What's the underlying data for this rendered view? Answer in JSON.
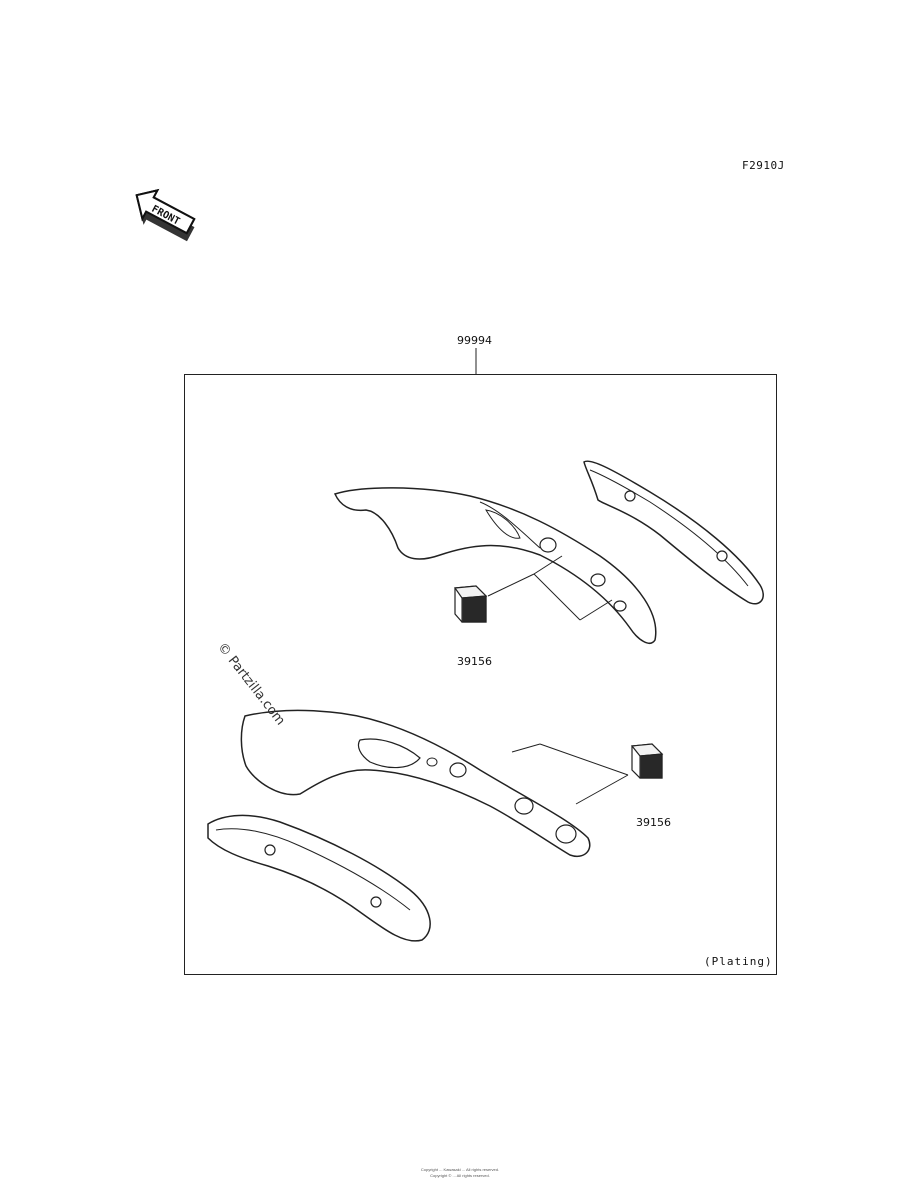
{
  "diagram_code": "F2910J",
  "front_badge": {
    "text": "FRONT",
    "icon": "front-arrow-icon"
  },
  "kit_part_number": "99994",
  "callouts": [
    "39156",
    "39156"
  ],
  "plating_note": "(Plating)",
  "watermark": "© Partzilla.com",
  "copyright": [
    "Copyright ... Kawasaki ... All rights reserved.",
    "Copyright © ... All rights reserved."
  ]
}
